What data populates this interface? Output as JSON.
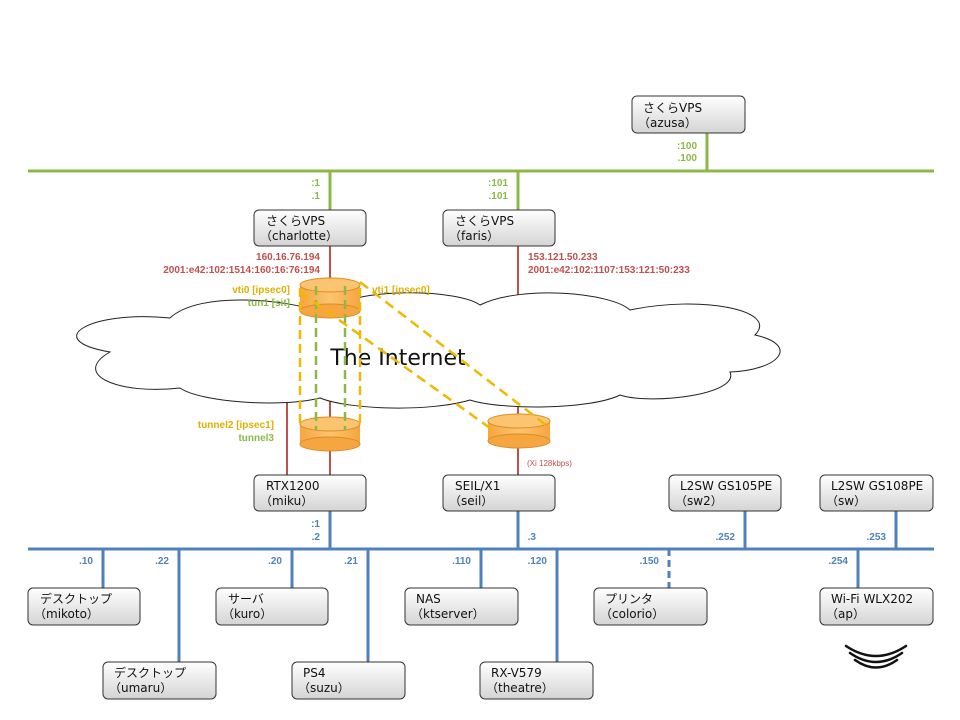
{
  "colors": {
    "green": "#8db848",
    "red": "#c0504d",
    "blue": "#4f81bd",
    "yellow": "#f0b800",
    "cylinder": "#f7b04a"
  },
  "nodes": {
    "azusa": {
      "title": "さくらVPS",
      "sub": "（azusa）"
    },
    "charlotte": {
      "title": "さくらVPS",
      "sub": "（charlotte）"
    },
    "faris": {
      "title": "さくらVPS",
      "sub": "（faris）"
    },
    "miku": {
      "title": "RTX1200",
      "sub": "（miku）"
    },
    "seil": {
      "title": "SEIL/X1",
      "sub": "（seil）"
    },
    "sw2": {
      "title": "L2SW GS105PE",
      "sub": "（sw2）"
    },
    "sw": {
      "title": "L2SW GS108PE",
      "sub": "（sw）"
    },
    "mikoto": {
      "title": "デスクトップ",
      "sub": "（mikoto）"
    },
    "umaru": {
      "title": "デスクトップ",
      "sub": "（umaru）"
    },
    "kuro": {
      "title": "サーバ",
      "sub": "（kuro）"
    },
    "suzu": {
      "title": "PS4",
      "sub": "（suzu）"
    },
    "ktserver": {
      "title": "NAS",
      "sub": "（ktserver）"
    },
    "theatre": {
      "title": "RX-V579",
      "sub": "（theatre）"
    },
    "colorio": {
      "title": "プリンタ",
      "sub": "（colorio）"
    },
    "ap": {
      "title": "Wi-Fi WLX202",
      "sub": "（ap）"
    }
  },
  "labels": {
    "azusa_addr1": ":100",
    "azusa_addr2": ".100",
    "charlotte_addr1": ":1",
    "charlotte_addr2": ".1",
    "faris_addr1": ":101",
    "faris_addr2": ".101",
    "charlotte_ip4": "160.16.76.194",
    "charlotte_ip6": "2001:e42:102:1514:160:16:76:194",
    "faris_ip4": "153.121.50.233",
    "faris_ip6": "2001:e42:102:1107:153:121:50:233",
    "vti0": "vti0 [ipsec0]",
    "tun1": "tun1 [sit]",
    "vti1": "vti1 [ipsec0]",
    "internet": "The Internet",
    "tunnel2": "tunnel2 [ipsec1]",
    "tunnel3": "tunnel3",
    "xi": "(Xi 128kbps)",
    "miku_addr1": ":1",
    "miku_addr2": ".2",
    "seil_addr": ".3",
    "sw2_addr": ".252",
    "sw_addr": ".253",
    "mikoto_addr": ".10",
    "umaru_addr": ".22",
    "kuro_addr": ".20",
    "suzu_addr": ".21",
    "ktserver_addr": ".110",
    "theatre_addr": ".120",
    "colorio_addr": ".150",
    "ap_addr": ".254"
  },
  "icons": {
    "wifi": "wifi-signal-icon"
  }
}
